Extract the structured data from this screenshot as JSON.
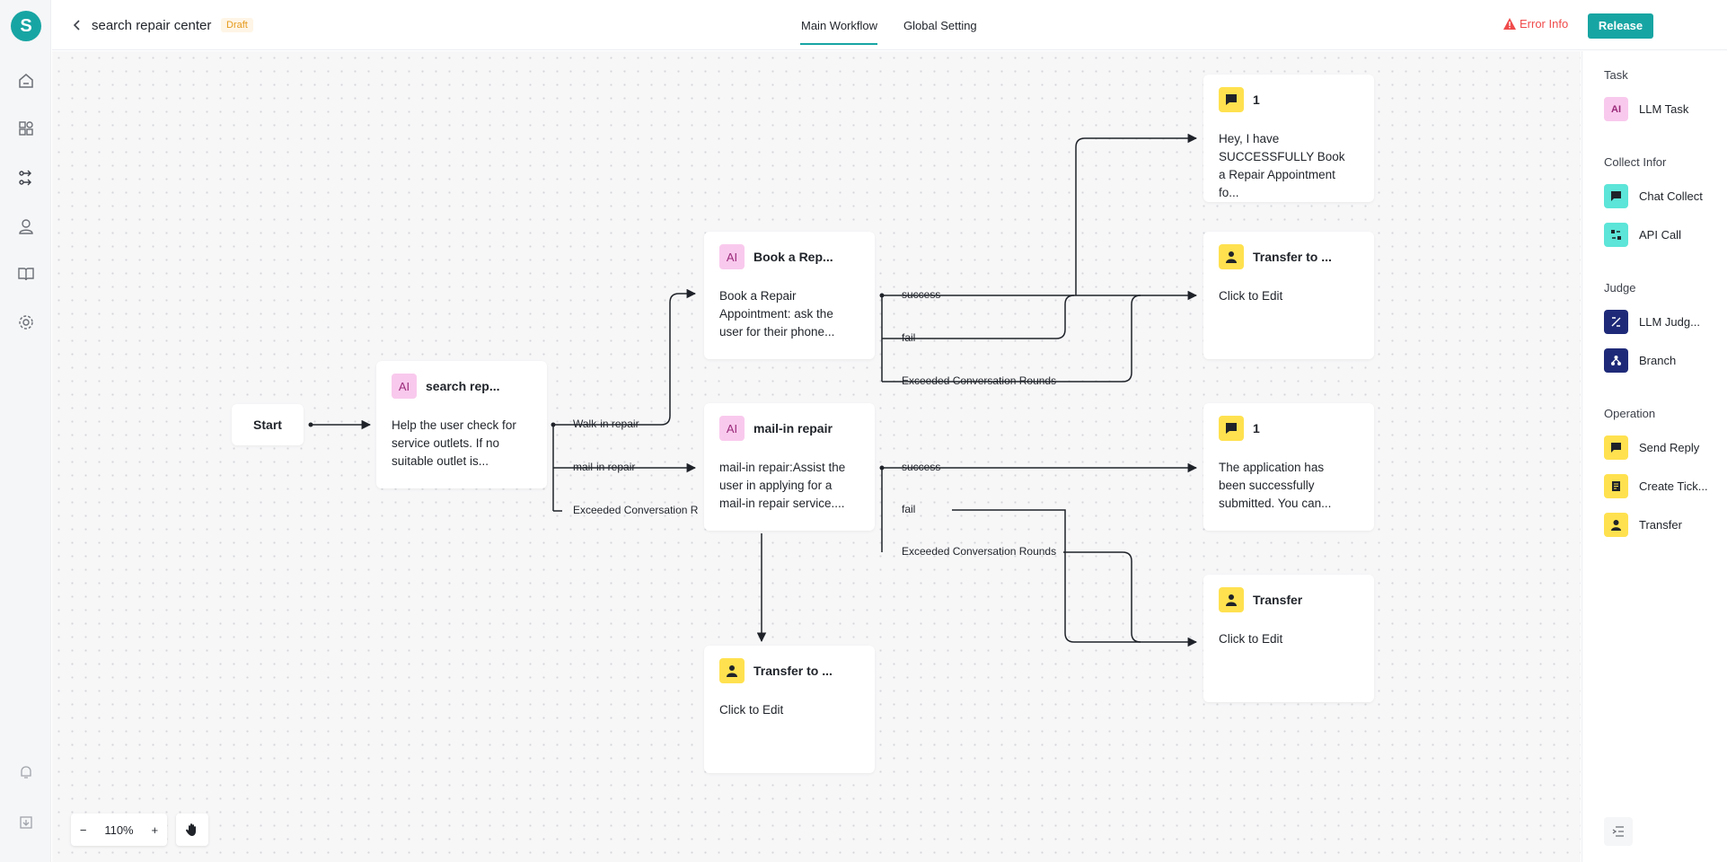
{
  "app": {
    "logo_letter": "S",
    "accent": "#17a5a3"
  },
  "header": {
    "title": "search repair center",
    "badge": "Draft",
    "tabs": [
      "Main Workflow",
      "Global Setting"
    ],
    "error_label": "Error Info",
    "release_label": "Release"
  },
  "nav": [
    "home-icon",
    "apps-icon",
    "workflow-icon",
    "agent-icon",
    "book-icon",
    "settings-icon",
    "bell-icon",
    "download-icon"
  ],
  "panel": {
    "sections": [
      "Task",
      "Collect Infor",
      "Judge",
      "Operation"
    ],
    "items": [
      {
        "label": "LLM Task",
        "icon": "AI"
      },
      {
        "label": "Chat Collect"
      },
      {
        "label": "API Call"
      },
      {
        "label": "LLM Judg..."
      },
      {
        "label": "Branch"
      },
      {
        "label": "Send Reply"
      },
      {
        "label": "Create Tick..."
      },
      {
        "label": "Transfer"
      }
    ]
  },
  "nodes": {
    "start": {
      "label": "Start"
    },
    "search": {
      "icon": "AI",
      "title": "search rep...",
      "body": "Help the user check for service outlets. If no suitable outlet is..."
    },
    "book": {
      "icon": "AI",
      "title": "Book a Rep...",
      "body": "Book a Repair Appointment: ask the user for their phone..."
    },
    "mailin": {
      "icon": "AI",
      "title": "mail-in repair",
      "body": "mail-in repair:Assist the user in applying for a mail-in repair service...."
    },
    "transfer_bottom": {
      "title": "Transfer to ...",
      "body": "Click to Edit"
    },
    "reply1": {
      "title": "1",
      "body": "Hey, I have SUCCESSFULLY Book a Repair Appointment fo..."
    },
    "transfer_top": {
      "title": "Transfer to ...",
      "body": "Click to Edit"
    },
    "reply2": {
      "title": "1",
      "body": "The application has been successfully submitted. You can..."
    },
    "transfer_right": {
      "title": "Transfer",
      "body": "Click to Edit"
    }
  },
  "edges": {
    "walkin": "Walk-in repair",
    "mailin": "mail-in repair",
    "exceeded1": "Exceeded Conversation R",
    "success1": "success",
    "fail1": "fail",
    "exceeded2": "Exceeded Conversation Rounds",
    "success2": "success",
    "fail2": "fail",
    "exceeded3": "Exceeded Conversation Rounds"
  },
  "zoom": {
    "level": "110%"
  }
}
